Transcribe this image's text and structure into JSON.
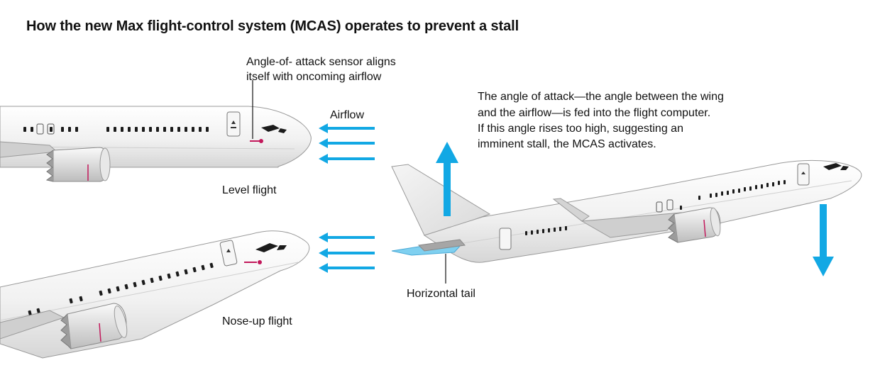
{
  "title": "How the new Max flight-control system (MCAS) operates to prevent a stall",
  "labels": {
    "sensor_line1": "Angle-of- attack sensor aligns",
    "sensor_line2": "itself with oncoming airflow",
    "airflow": "Airflow",
    "level_flight": "Level flight",
    "noseup_flight": "Nose-up flight",
    "horizontal_tail": "Horizontal tail",
    "desc_line1": "The angle of attack—the angle between the wing",
    "desc_line2": "and the airflow—is fed into the flight computer.",
    "desc_line3": "If this angle rises too high, suggesting an",
    "desc_line4": "imminent stall, the MCAS activates."
  },
  "colors": {
    "arrow_blue": "#12a8e4",
    "sensor_magenta": "#c2185b",
    "fuselage": "#f2f2f2",
    "outline": "#9a9a9a",
    "window": "#1b1b1b"
  },
  "icons": [
    "airplane-level",
    "airplane-nose-up",
    "airplane-stall",
    "airflow-arrow",
    "force-arrow-up",
    "force-arrow-down",
    "sensor-pointer"
  ]
}
